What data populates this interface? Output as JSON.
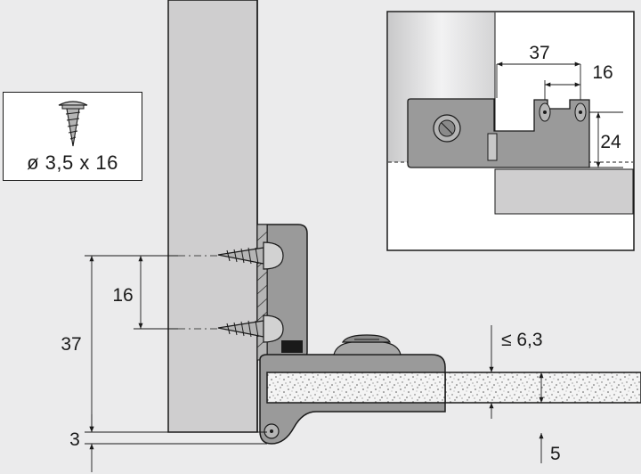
{
  "screw_spec": "ø 3,5 x 16",
  "main_view": {
    "dim_height": "37",
    "dim_spacing": "16",
    "dim_bottom_offset": "3",
    "dim_max_thickness": "≤ 6,3",
    "dim_bottom_gap": "5"
  },
  "detail_view": {
    "dim_width": "37",
    "dim_hole_spacing": "16",
    "dim_height": "24"
  },
  "colors": {
    "background": "#ebebec",
    "cabinet_side": "#cfcecf",
    "bracket_dark": "#8a8a8a",
    "bracket_light": "#b9b9b9",
    "outline": "#1a1a1a"
  }
}
